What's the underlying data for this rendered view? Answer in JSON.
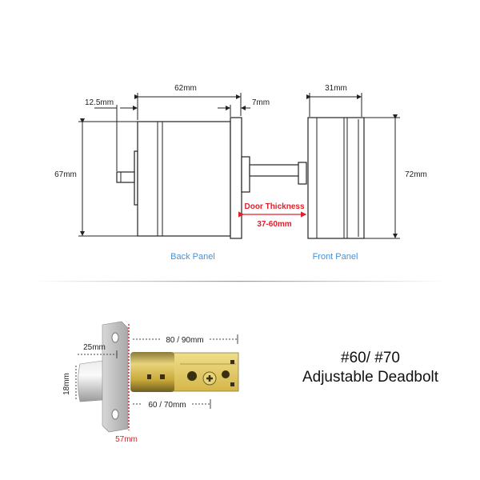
{
  "dimensions": {
    "back_width": "62mm",
    "stub_length": "12.5mm",
    "flange": "7mm",
    "front_width": "31mm",
    "back_height": "67mm",
    "front_height": "72mm"
  },
  "door": {
    "title": "Door Thickness",
    "range": "37-60mm"
  },
  "labels": {
    "back_panel": "Back Panel",
    "front_panel": "Front Panel"
  },
  "deadbolt": {
    "model": "#60/ #70",
    "name": "Adjustable Deadbolt",
    "backset_long": "80 / 90mm",
    "backset_short": "60 / 70mm",
    "bolt_throw": "25mm",
    "bolt_height": "18mm",
    "plate_height": "57mm"
  },
  "colors": {
    "accent_red": "#e0202a",
    "label_blue": "#4a8fd6",
    "brass": "#c9a93a"
  }
}
